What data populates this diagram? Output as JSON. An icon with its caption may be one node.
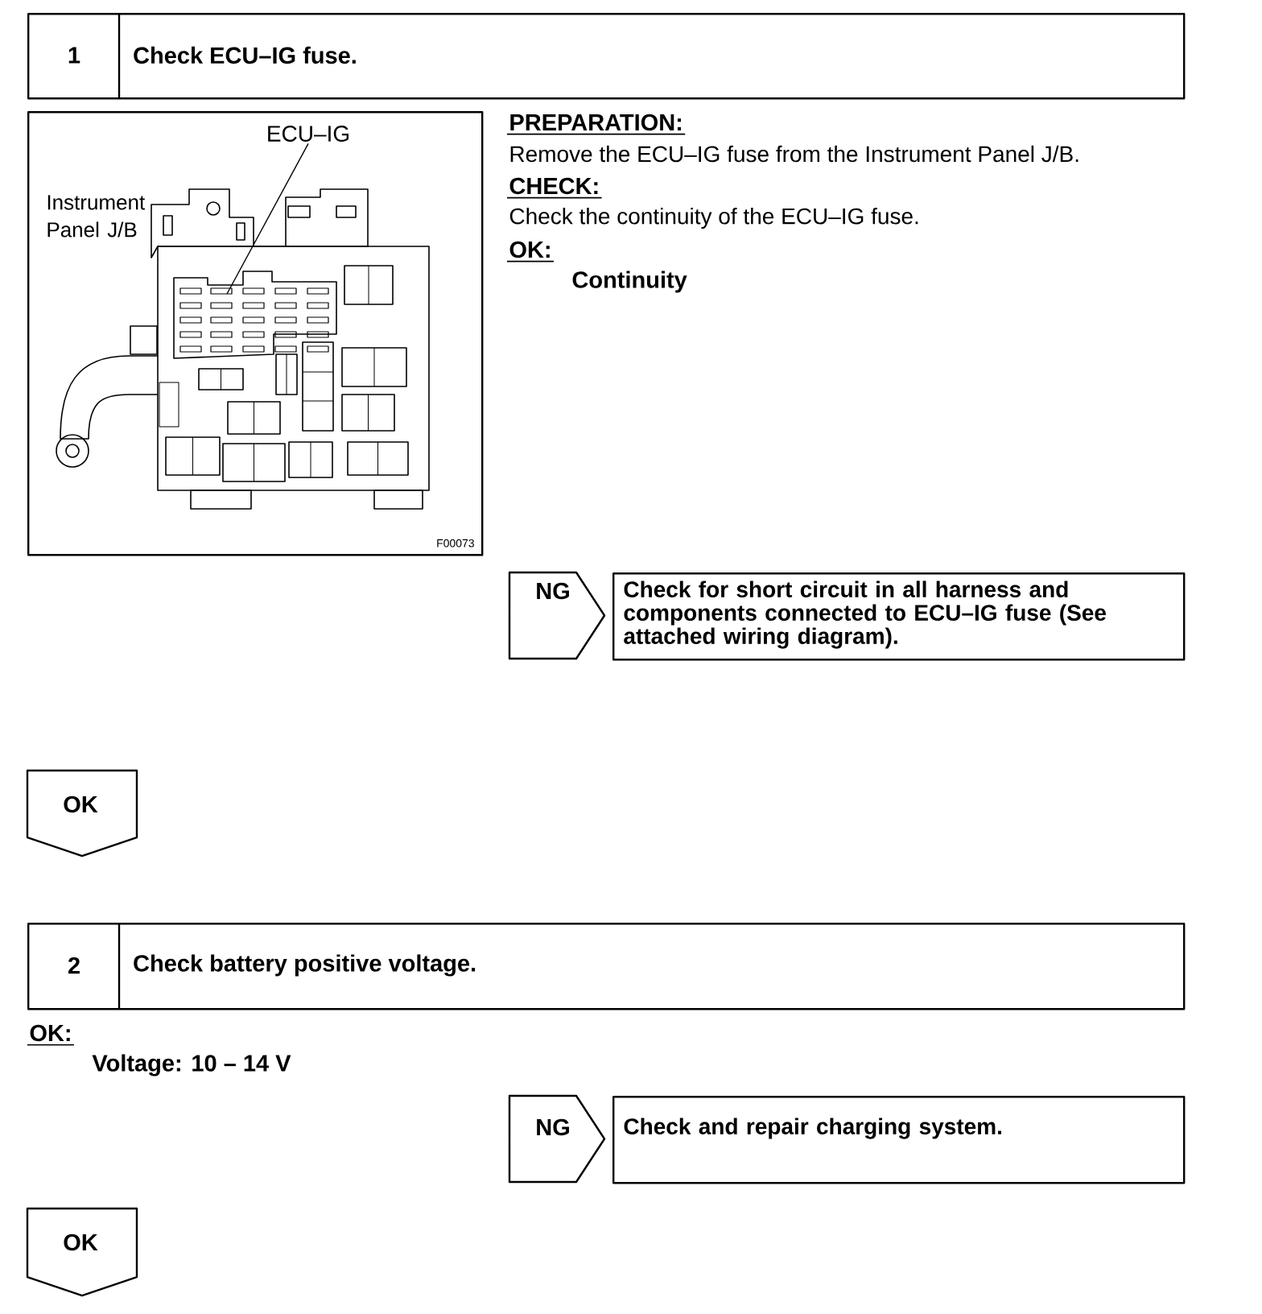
{
  "diagram": {
    "nodes": [
      {
        "text": [
          "1",
          "Check ECU–IG fuse."
        ]
      },
      {
        "text": [
          "F00073"
        ]
      },
      {
        "text": [
          "ECU–IG"
        ],
        "in": 1
      },
      {
        "text": [],
        "shape": "picture",
        "in": 1
      },
      {
        "text": [
          "NG"
        ]
      },
      {
        "text": [
          "Check for short circuit in all harness and components connected to ECU–IG fuse (See attached wiring diagram)."
        ]
      },
      {
        "text": [
          "OK"
        ]
      },
      {
        "text": [
          "2",
          "Check battery positive voltage."
        ]
      },
      {
        "text": [
          "NG"
        ]
      },
      {
        "text": [
          "Check and repair charging system."
        ]
      },
      {
        "text": [
          "OK"
        ]
      }
    ],
    "edges": [
      {
        "from": 2,
        "to": 3,
        "arrow": "none"
      }
    ],
    "labels": [
      "Instrument Panel J/B",
      "PREPARATION:",
      "Remove the ECU–IG fuse from the Instrument Panel J/B.",
      "CHECK:",
      "Check the continuity of the ECU–IG fuse.",
      "OK:",
      "Continuity",
      "OK:",
      "Voltage: 10 – 14 V"
    ]
  }
}
